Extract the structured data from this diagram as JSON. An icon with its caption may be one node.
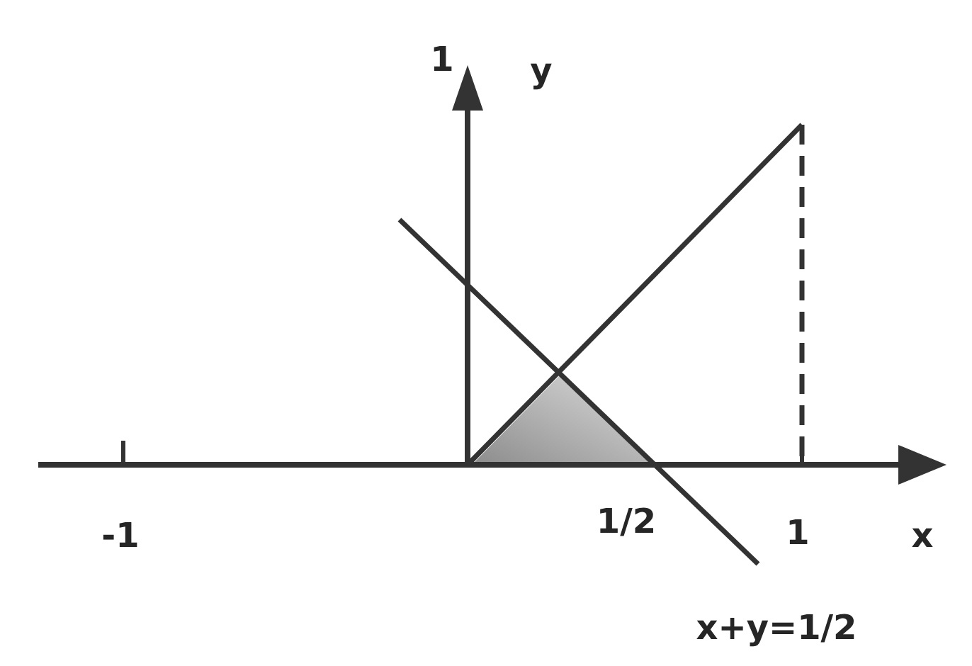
{
  "diagram": {
    "labels": [
      "1",
      "y",
      "-1",
      "1/2",
      "1",
      "x",
      "x+y=1/2"
    ]
  }
}
